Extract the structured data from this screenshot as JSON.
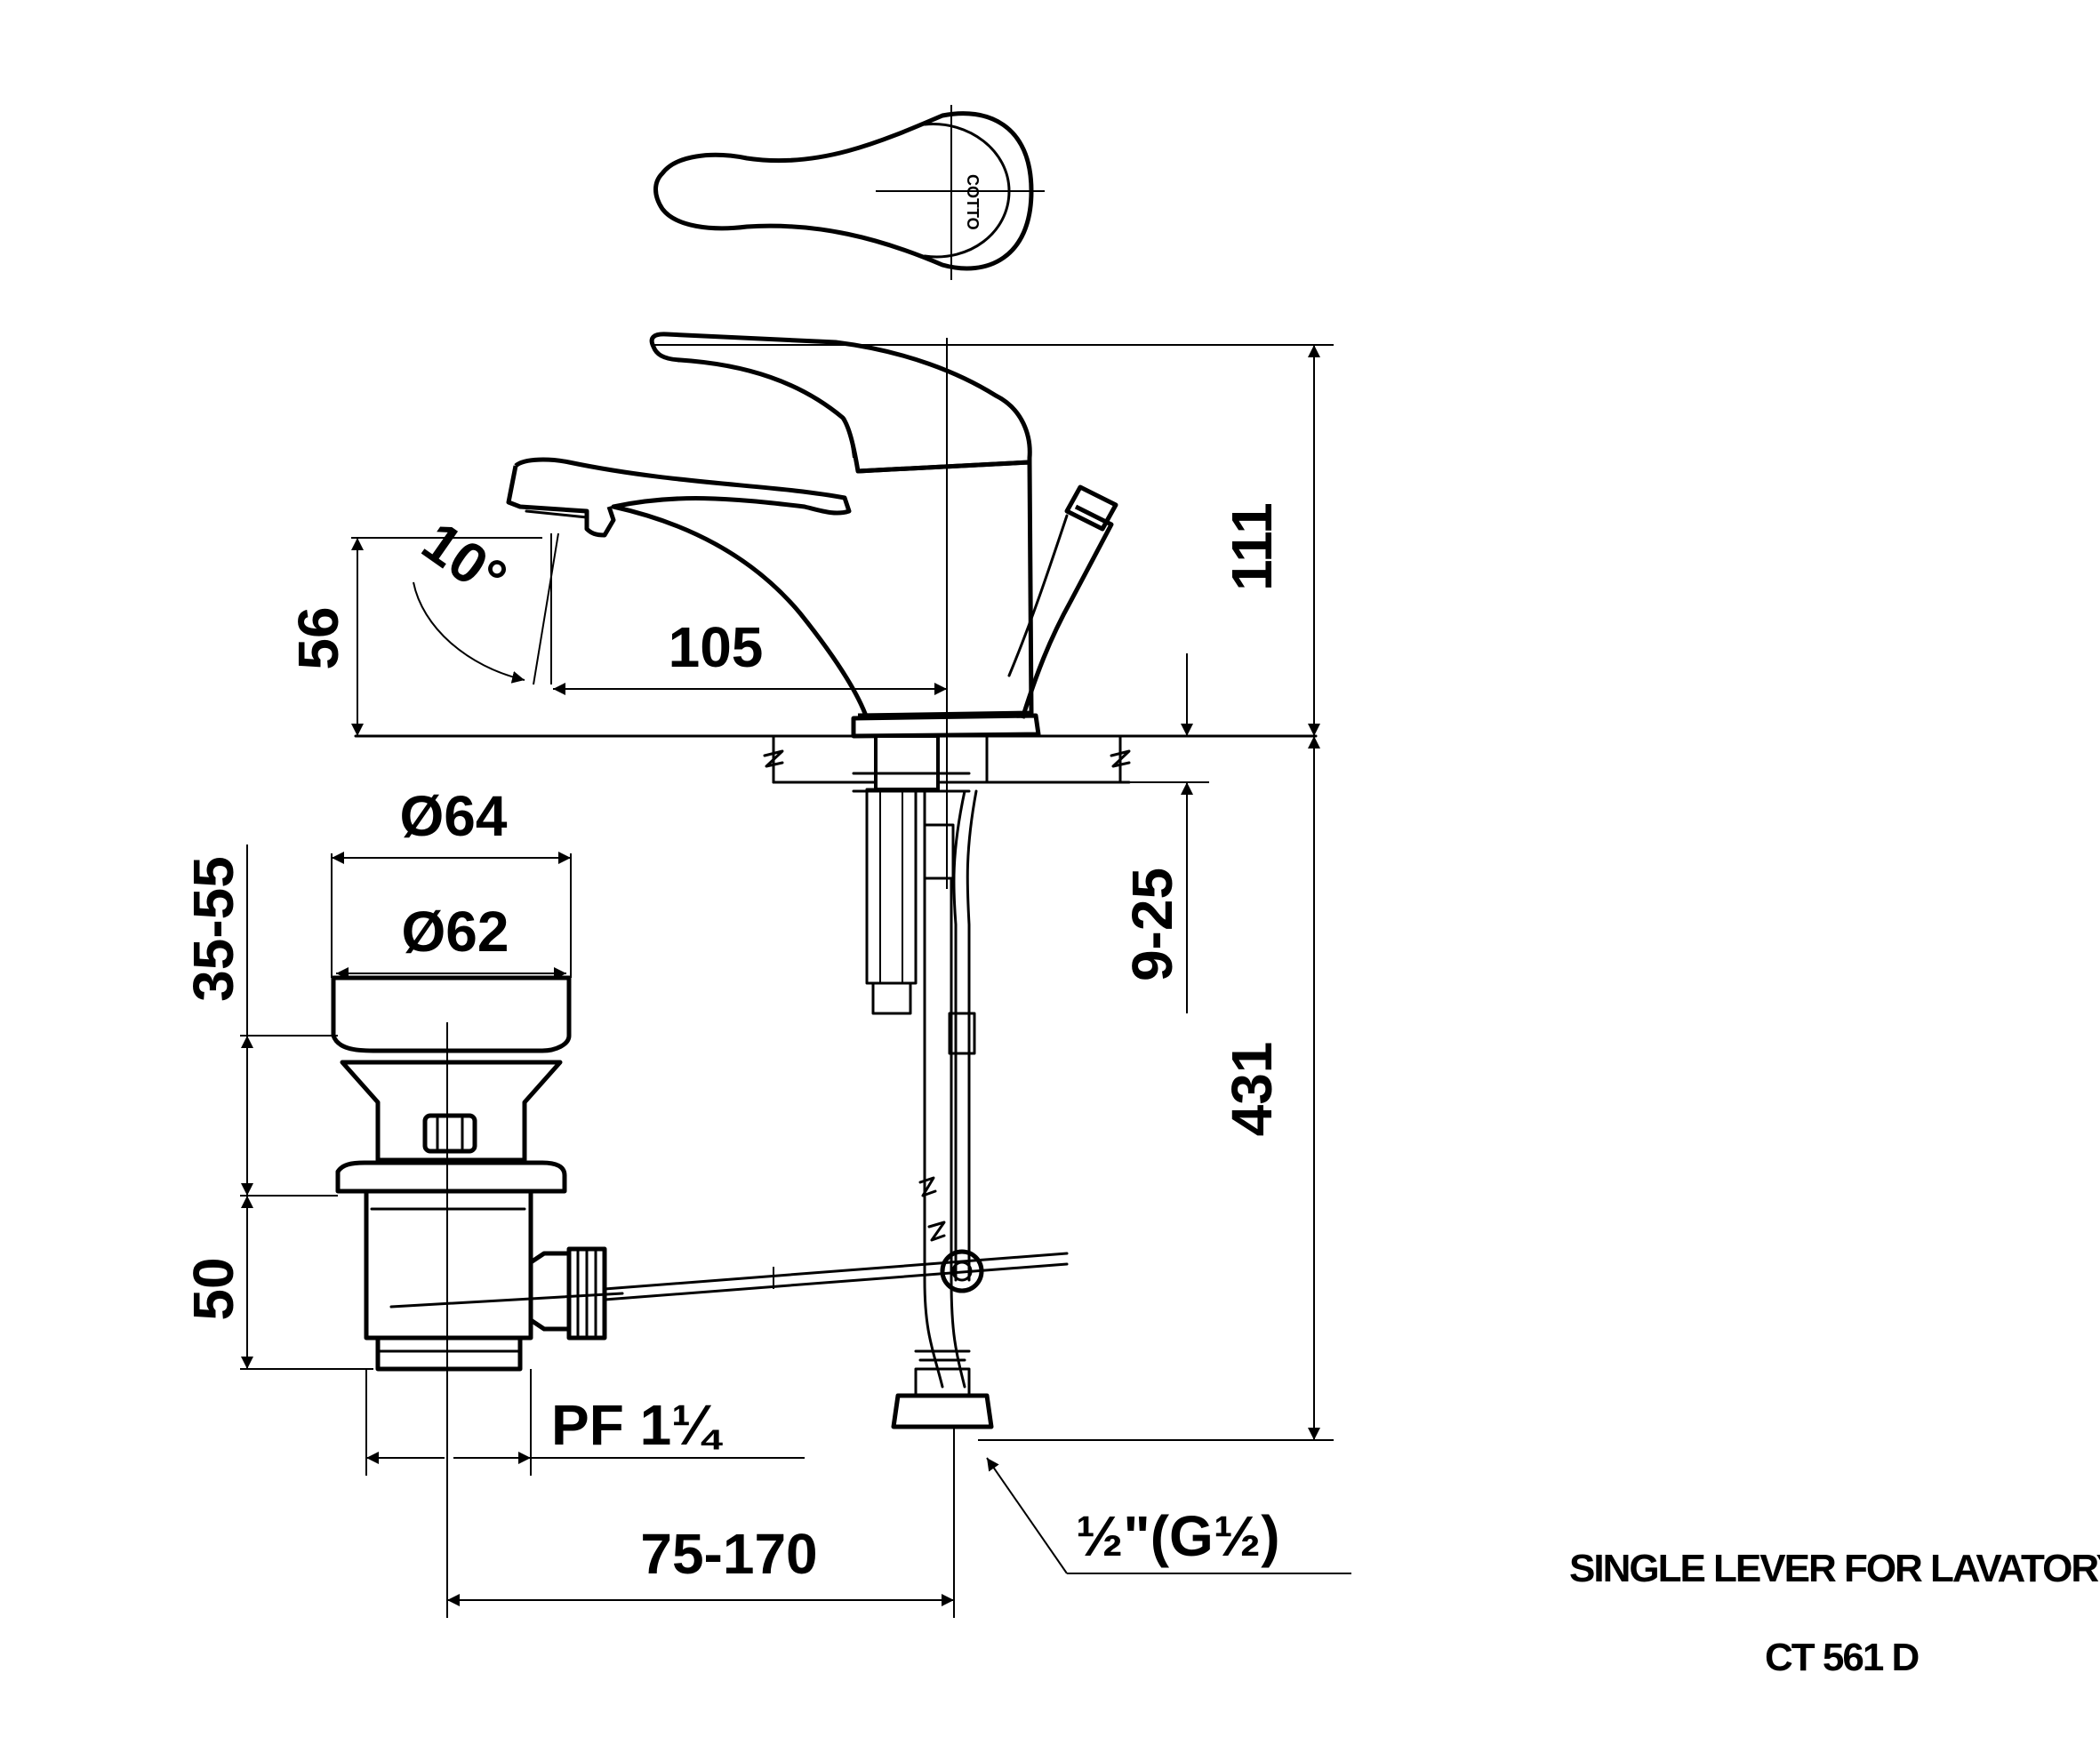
{
  "title": "SINGLE LEVER FOR LAVATORY",
  "model": "CT 561 D",
  "logo_text": "COTTO",
  "dimensions": {
    "height_total": "111",
    "height_spout": "56",
    "angle": "10°",
    "spout_reach": "105",
    "deck_thickness": "9-25",
    "hose_length": "431",
    "drain_cap_outer": "Ø64",
    "drain_cap_inner": "Ø62",
    "drain_range": "35-55",
    "drain_body": "50",
    "drain_thread": "PF 1¼",
    "drain_offset": "75-170",
    "inlet_thread": "½\"(G½)"
  }
}
